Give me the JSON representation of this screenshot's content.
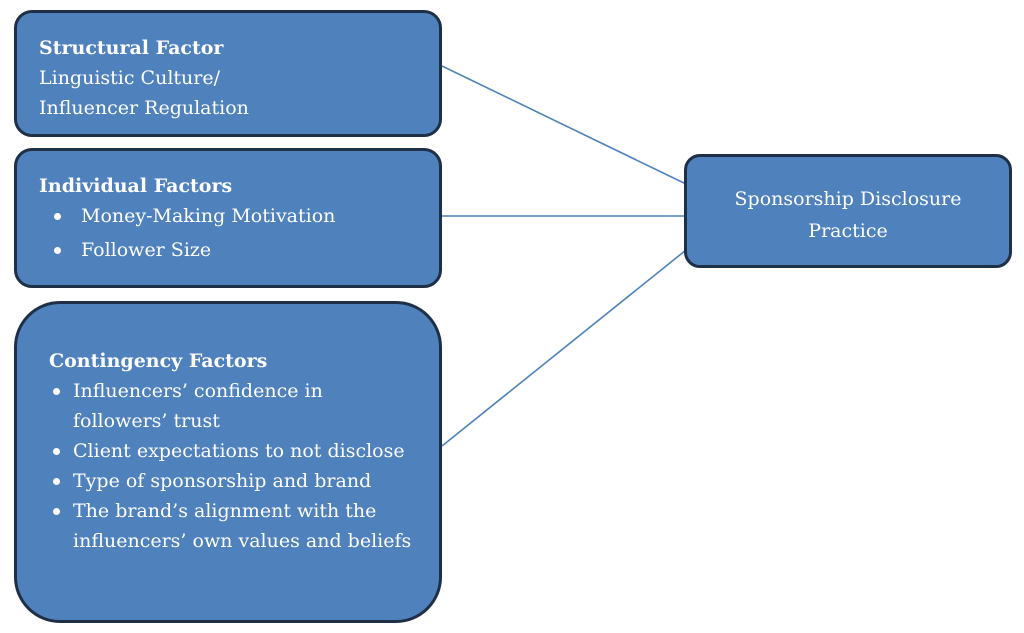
{
  "boxes": {
    "structural": {
      "title": "Structural Factor",
      "lines": [
        "Linguistic Culture/",
        "Influencer Regulation"
      ]
    },
    "individual": {
      "title": "Individual Factors",
      "items": [
        "Money-Making Motivation",
        "Follower Size"
      ]
    },
    "contingency": {
      "title": "Contingency Factors",
      "items": [
        "Influencers’ confidence in followers’ trust",
        "Client expectations to not disclose",
        "Type of sponsorship and brand",
        "The brand’s alignment with the influencers’ own values and beliefs"
      ]
    },
    "outcome": {
      "lines": [
        "Sponsorship Disclosure",
        "Practice"
      ]
    }
  },
  "colors": {
    "box_fill": "#4f81bd",
    "box_border": "#1f2f45",
    "connector": "#4f81bd",
    "text": "#ffffff"
  }
}
